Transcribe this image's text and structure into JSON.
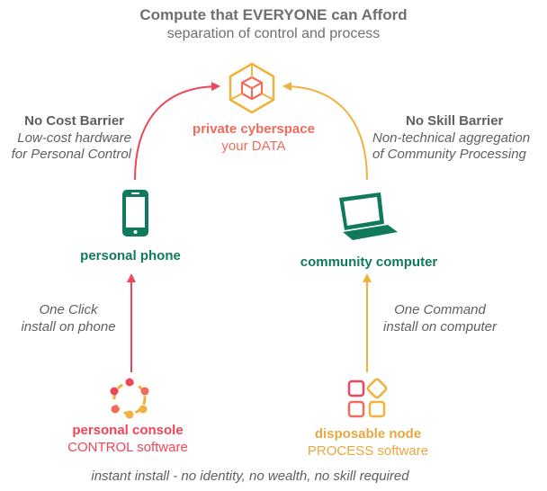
{
  "colors": {
    "red": "#f0445a",
    "coral": "#f26a5b",
    "yellow": "#f0b23c",
    "gold": "#e8a840",
    "green": "#0f7a5c",
    "gray": "#5f5f5f"
  },
  "header": {
    "title": "Compute that EVERYONE can Afford",
    "subtitle": "separation of control and process"
  },
  "center_node": {
    "title": "private cyberspace",
    "subtitle": "your DATA",
    "icon": "cube-hexagon-icon"
  },
  "left_barrier": {
    "title": "No Cost Barrier",
    "line1": "Low-cost hardware",
    "line2": "for Personal Control"
  },
  "right_barrier": {
    "title": "No Skill Barrier",
    "line1": "Non-technical aggregation",
    "line2": "of Community Processing"
  },
  "phone_node": {
    "label": "personal phone",
    "icon": "smartphone-icon"
  },
  "computer_node": {
    "label": "community computer",
    "icon": "laptop-icon"
  },
  "left_install": {
    "line1": "One Click",
    "line2": "install on phone"
  },
  "right_install": {
    "line1": "One Command",
    "line2": "install on computer"
  },
  "console_node": {
    "title": "personal console",
    "subtitle": "CONTROL software",
    "icon": "people-circle-icon"
  },
  "disposable_node": {
    "title": "disposable node",
    "subtitle": "PROCESS software",
    "icon": "app-grid-icon"
  },
  "footer": {
    "text": "instant install - no identity, no wealth, no skill required"
  }
}
